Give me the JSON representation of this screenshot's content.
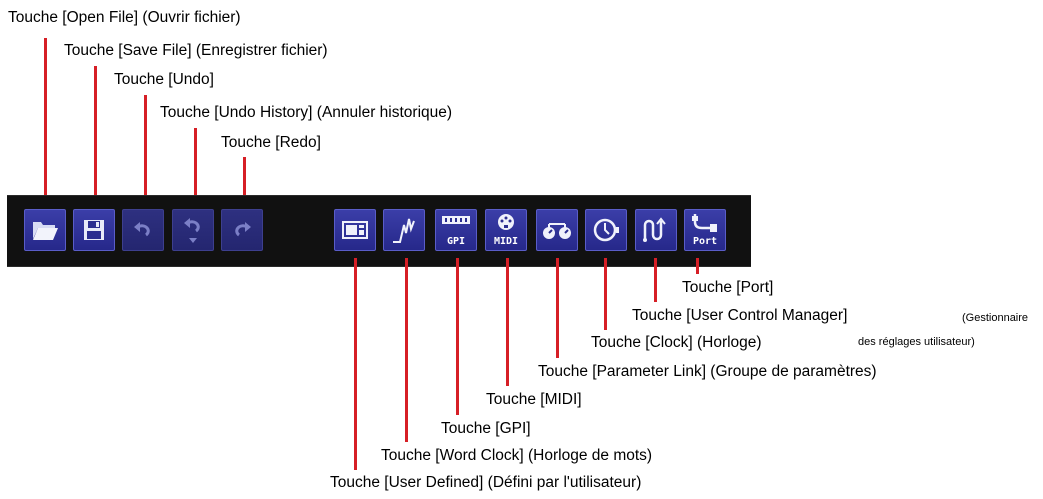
{
  "labels": {
    "open_file": "Touche [Open File] (Ouvrir fichier)",
    "save_file": "Touche [Save File] (Enregistrer fichier)",
    "undo": "Touche [Undo]",
    "undo_history": "Touche [Undo History] (Annuler historique)",
    "redo": "Touche [Redo]",
    "port": "Touche [Port]",
    "user_control_manager": "Touche [User Control Manager]",
    "user_control_manager_note_1": "(Gestionnaire",
    "user_control_manager_note_2": "des réglages utilisateur)",
    "clock": "Touche [Clock] (Horloge)",
    "parameter_link": "Touche [Parameter Link] (Groupe de paramètres)",
    "midi": "Touche [MIDI]",
    "gpi": "Touche [GPI]",
    "word_clock": "Touche [Word Clock] (Horloge de mots)",
    "user_defined": "Touche [User Defined] (Défini par l'utilisateur)"
  },
  "toolbar": {
    "gpi_text": "GPI",
    "midi_text": "MIDI",
    "port_text": "Port"
  },
  "colors": {
    "leader_line": "#d61f26",
    "toolbar_bg": "#111111",
    "button_face": "#2f319a"
  }
}
